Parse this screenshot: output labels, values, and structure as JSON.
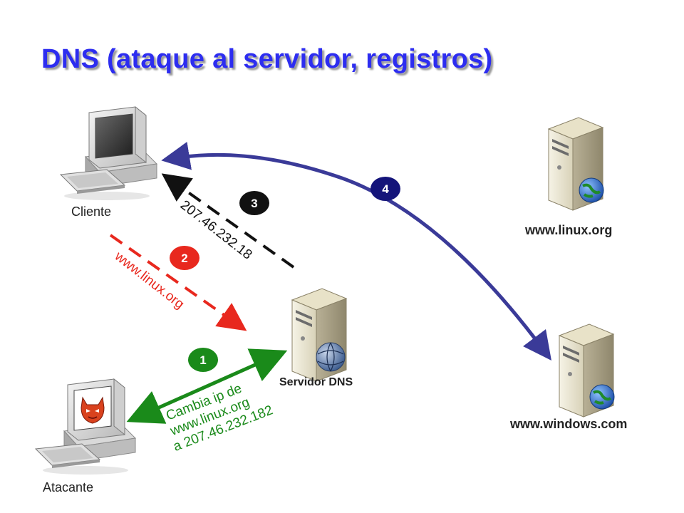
{
  "title": "DNS (ataque al servidor, registros)",
  "nodes": {
    "cliente": "Cliente",
    "atacante": "Atacante",
    "servidor_dns": "Servidor DNS",
    "linux": "www.linux.org",
    "windows": "www.windows.com"
  },
  "steps": [
    {
      "number": "1",
      "color": "#1a8a1a",
      "text_lines": [
        "Cambia ip de",
        "www.linux.org",
        "a 207.46.232.182"
      ]
    },
    {
      "number": "2",
      "color": "#e8281e",
      "text_lines": [
        "www.linux.org"
      ]
    },
    {
      "number": "3",
      "color": "#111111",
      "text_lines": [
        "207.46.232.18"
      ]
    },
    {
      "number": "4",
      "color": "#14147a",
      "text_lines": []
    }
  ],
  "colors": {
    "title": "#2d2df0",
    "step1_arrow": "#1a8a1a",
    "step2_arrow": "#e8281e",
    "step3_arrow": "#111111",
    "step4_arrow": "#3a3a98"
  },
  "icons": [
    "desktop-computer-icon",
    "server-tower-icon",
    "globe-icon",
    "devil-mask-icon"
  ]
}
